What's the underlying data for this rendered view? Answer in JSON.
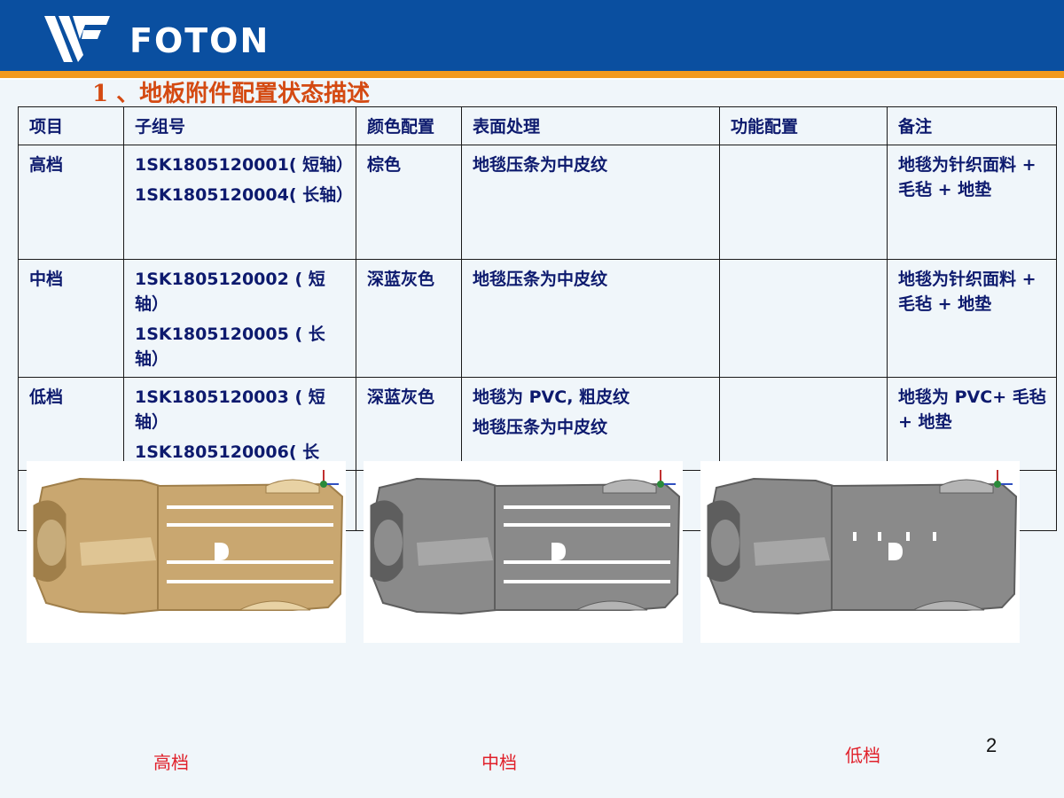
{
  "header": {
    "brand": "FOTON"
  },
  "title": "1 、地板附件配置状态描述",
  "table": {
    "columns": [
      "项目",
      "子组号",
      "颜色配置",
      "表面处理",
      "功能配置",
      "备注"
    ],
    "rows": [
      {
        "item": "高档",
        "part_numbers": [
          "1SK1805120001( 短轴）",
          "1SK1805120004( 长轴）"
        ],
        "color": "棕色",
        "surface": [
          "地毯压条为中皮纹"
        ],
        "function": "",
        "remark": "地毯为针织面料 + 毛毡 + 地垫"
      },
      {
        "item": "中档",
        "part_numbers": [
          "1SK1805120002 ( 短轴）",
          "1SK1805120005 ( 长轴）"
        ],
        "color": "深蓝灰色",
        "surface": [
          "地毯压条为中皮纹"
        ],
        "function": "",
        "remark": "地毯为针织面料 + 毛毡 + 地垫"
      },
      {
        "item": "低档",
        "part_numbers": [
          "1SK1805120003 ( 短轴）",
          "1SK1805120006( 长"
        ],
        "color": "深蓝灰色",
        "surface": [
          "地毯为 PVC, 粗皮纹",
          "地毯压条为中皮纹"
        ],
        "function": "",
        "remark": "地毯为 PVC+ 毛毡 + 地垫"
      }
    ]
  },
  "figures": [
    {
      "caption": "高档",
      "fill": "#c9a770",
      "shade": "#a07f4a",
      "light": "#e8d2a4",
      "stripes": true
    },
    {
      "caption": "中档",
      "fill": "#8a8a8a",
      "shade": "#5e5e5e",
      "light": "#b4b4b4",
      "stripes": true
    },
    {
      "caption": "低档",
      "fill": "#8a8a8a",
      "shade": "#5e5e5e",
      "light": "#b4b4b4",
      "stripes": false
    }
  ],
  "page_number": "2"
}
